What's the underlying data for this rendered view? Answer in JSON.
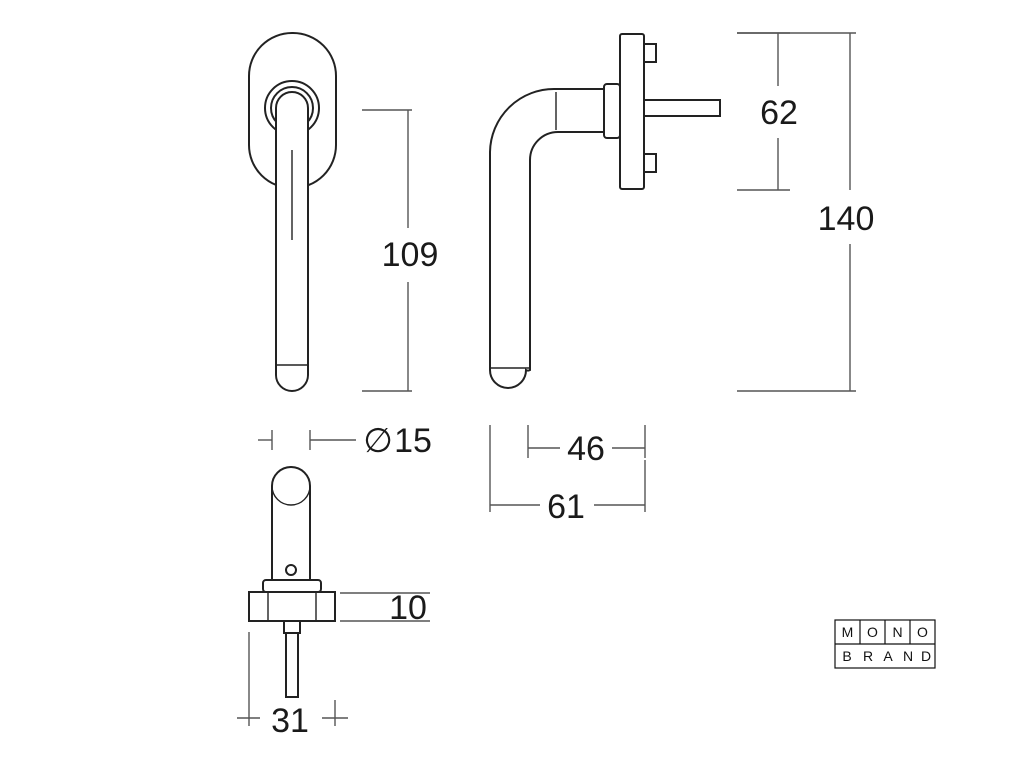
{
  "dimensions": {
    "front_height": "109",
    "diameter_symbol": "∅",
    "diameter": "15",
    "side_spindle_height": "62",
    "total_height": "140",
    "projection_inner": "46",
    "projection_outer": "61",
    "rose_thickness": "10",
    "rose_width": "31"
  },
  "brand": {
    "letters": [
      "M",
      "O",
      "N",
      "O",
      "B",
      "R",
      "A",
      "N",
      "D"
    ]
  },
  "colors": {
    "line": "#222222",
    "dimension": "#555555",
    "text": "#1a1a1a"
  }
}
